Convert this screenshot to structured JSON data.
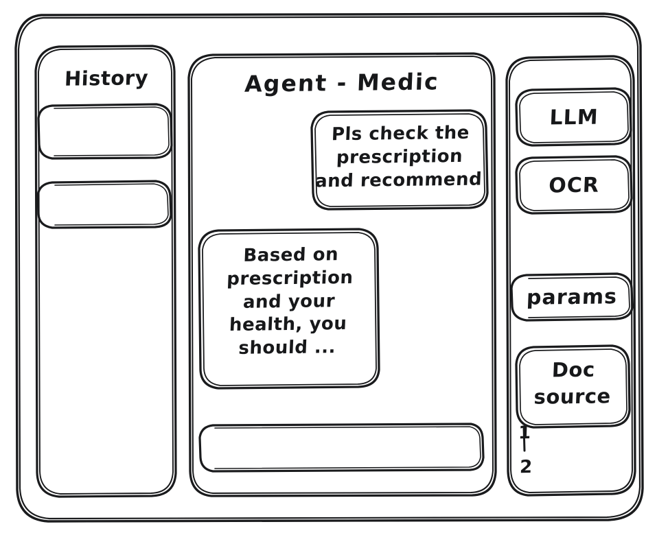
{
  "window": {
    "background": "#ffffff",
    "ink": "#1a1b1d",
    "style": "hand-drawn-wireframe"
  },
  "sidebar": {
    "title": "History",
    "items": [
      {
        "label": "",
        "name": "history-item-1"
      },
      {
        "label": "",
        "name": "history-item-2"
      }
    ]
  },
  "main": {
    "title": "Agent - Medic",
    "messages": [
      {
        "role": "user",
        "text": "Pls check the\nprescription\nand recommend"
      },
      {
        "role": "assistant",
        "text": "Based on\nprescription\nand your\nhealth, you\nshould ..."
      }
    ],
    "composer": {
      "value": "",
      "placeholder": ""
    }
  },
  "tools": {
    "buttons": [
      {
        "label": "LLM",
        "name": "llm-button"
      },
      {
        "label": "OCR",
        "name": "ocr-button"
      },
      {
        "label": "params",
        "name": "params-button"
      }
    ],
    "doc_source": {
      "label": "Doc\nsource",
      "entries": [
        "1",
        "2"
      ]
    }
  }
}
